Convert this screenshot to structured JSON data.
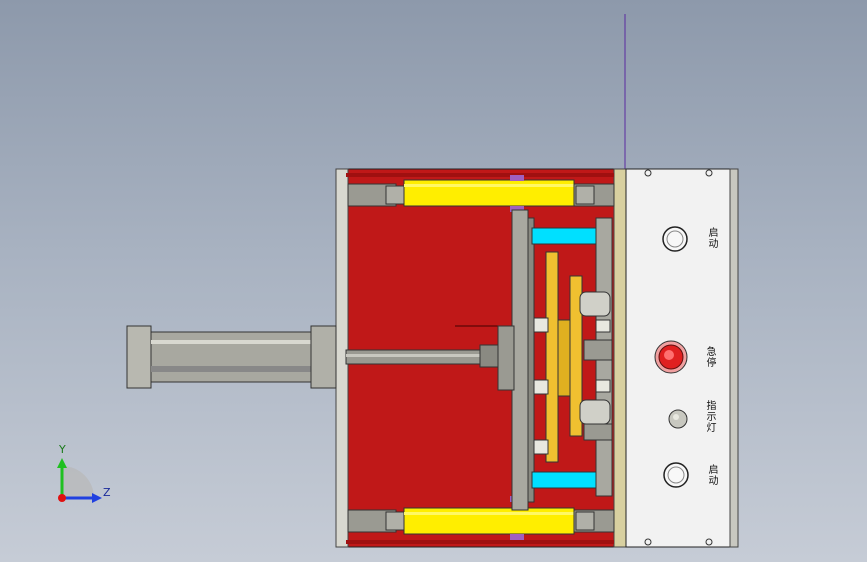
{
  "panel": {
    "start_label_top": "启动",
    "estop_label": "急停",
    "indicator_label": "指示灯",
    "start_label_bottom": "启动"
  },
  "triad": {
    "y_label": "Y",
    "z_label": "Z"
  },
  "colors": {
    "background_top": "#8d99ab",
    "background_bottom": "#c6ccd6",
    "frame_red": "#c01818",
    "cylinder_yellow": "#ffee00",
    "slider_cyan": "#00e0ff",
    "gear_gold": "#f0c030",
    "steel_gray": "#a8a8a0",
    "panel_white": "#f2f2f2",
    "estop_red": "#e02020",
    "axis_x": "#e01010",
    "axis_y": "#20c020",
    "axis_z": "#2040e0"
  },
  "icons": {
    "start_button": "round-pushbutton-icon",
    "emergency_stop": "emergency-stop-icon",
    "indicator": "indicator-lamp-icon",
    "triad": "coordinate-triad-icon"
  }
}
